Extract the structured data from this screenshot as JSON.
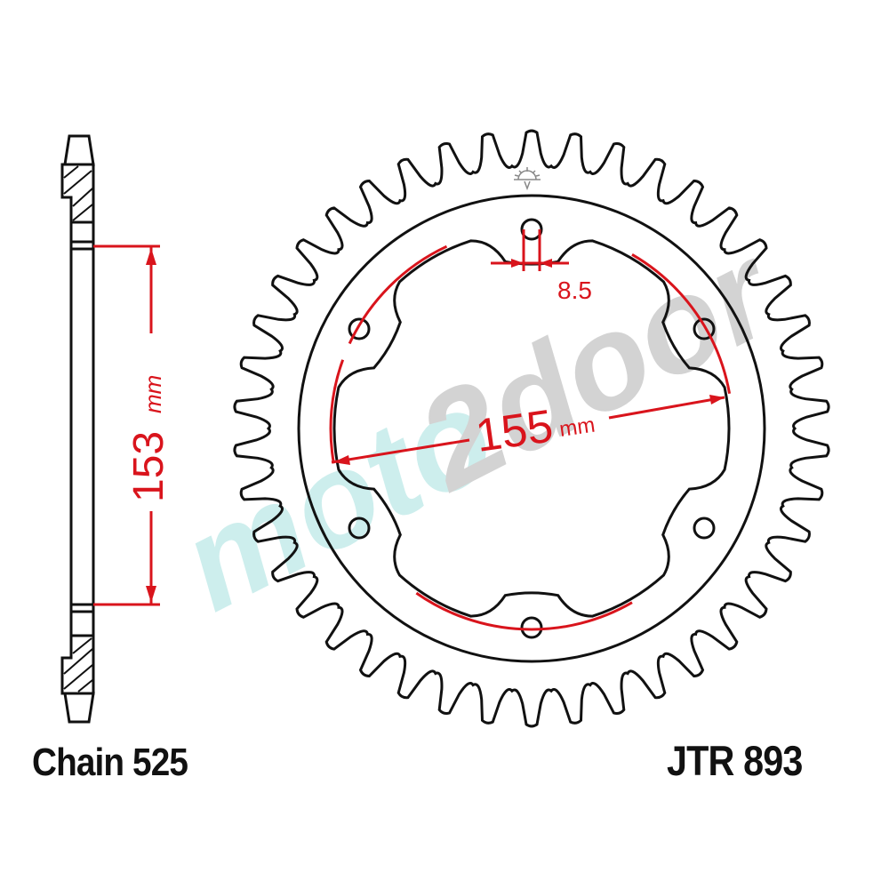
{
  "labels": {
    "chain": "Chain 525",
    "part_number": "JTR 893"
  },
  "dimensions": {
    "thickness_value": "153",
    "thickness_unit": "mm",
    "pcd_value": "155",
    "pcd_unit": "mm",
    "bolt_hole_value": "8.5"
  },
  "watermark": {
    "part1": "moto",
    "part2": "2door"
  },
  "colors": {
    "line": "#111111",
    "dimension": "#d9141c",
    "watermark_teal": "#cdeeed",
    "watermark_grey": "#d3d3d3"
  }
}
